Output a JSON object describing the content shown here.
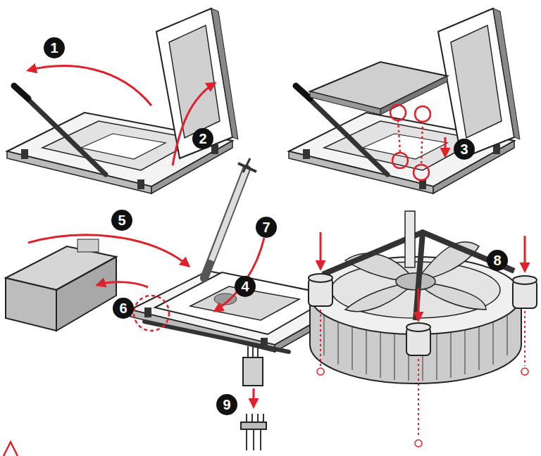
{
  "diagram": {
    "labels": [
      "1",
      "2",
      "3",
      "5",
      "7",
      "4",
      "6",
      "8",
      "9"
    ]
  }
}
